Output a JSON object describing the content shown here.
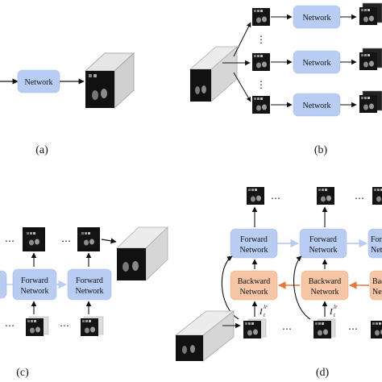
{
  "panels": {
    "a": {
      "caption": "(a)",
      "network_label": "Network"
    },
    "b": {
      "caption": "(b)",
      "network_labels": [
        "Network",
        "Network",
        "Network"
      ],
      "dots": [
        "⋮",
        "⋮"
      ]
    },
    "c": {
      "caption": "(c)",
      "forward_label": [
        "Forward",
        "Network"
      ],
      "ellipsis": "⋯"
    },
    "d": {
      "caption": "(d)",
      "forward_label": [
        "Forward",
        "Network"
      ],
      "backward_label": [
        "Backward",
        "Network"
      ],
      "backward_label_partial": [
        "Backw",
        "Netw"
      ],
      "input_label": "I",
      "input_sup": "lr",
      "input_sub": "t",
      "ellipsis": "⋯"
    }
  },
  "colors": {
    "network_fill": "#b9cdf2",
    "backward_fill": "#f6c6a6",
    "forward_arrow": "#b9cdf2",
    "backward_arrow": "#e8773a",
    "arrow": "#111111"
  }
}
